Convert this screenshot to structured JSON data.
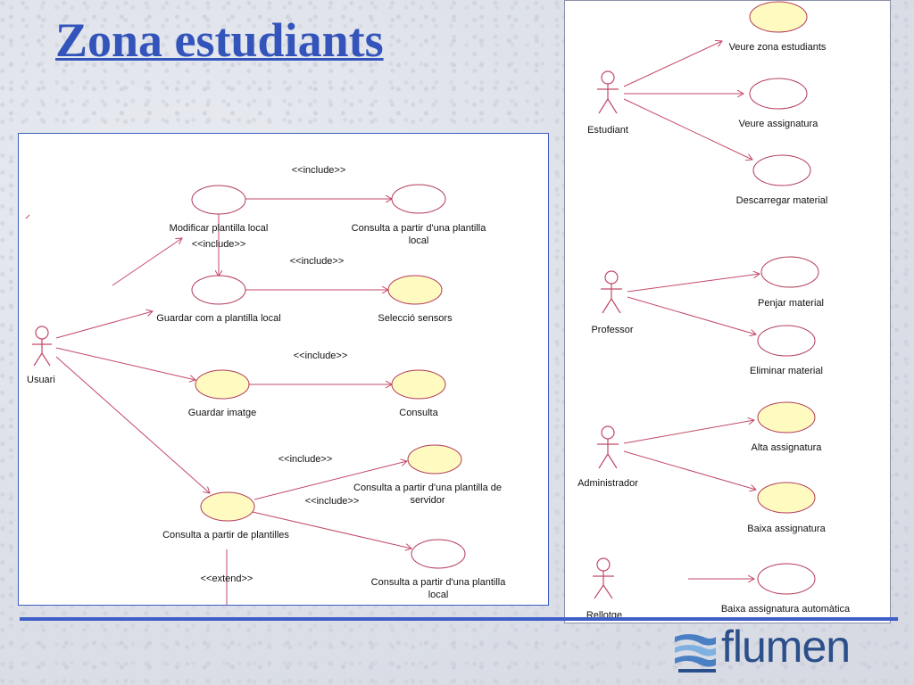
{
  "title": "Zona estudiants",
  "left_diagram": {
    "actor": "Usuari",
    "use_cases": {
      "modificar": "Modificar plantilla local",
      "consulta_local_1_l1": "Consulta a partir d'una plantilla",
      "consulta_local_1_l2": "local",
      "guardar_plantilla": "Guardar com a plantilla local",
      "seleccio": "Selecció sensors",
      "guardar_imatge": "Guardar imatge",
      "consulta": "Consulta",
      "consulta_servidor_l1": "Consulta a partir d'una plantilla de",
      "consulta_servidor_l2": "servidor",
      "consulta_plantilles": "Consulta a partir de plantilles",
      "consulta_local_2_l1": "Consulta a partir d'una plantilla",
      "consulta_local_2_l2": "local"
    },
    "stereotypes": {
      "include": "<<include>>",
      "extend": "<<extend>>"
    }
  },
  "right_diagram": {
    "actors": {
      "estudiant": "Estudiant",
      "professor": "Professor",
      "administrador": "Administrador",
      "rellotge": "Rellotge"
    },
    "use_cases": {
      "veure_zona": "Veure zona estudiants",
      "veure_assignatura": "Veure assignatura",
      "descarregar": "Descarregar material",
      "penjar": "Penjar material",
      "eliminar": "Eliminar material",
      "alta": "Alta assignatura",
      "baixa": "Baixa assignatura",
      "baixa_auto": "Baixa assignatura automàtica"
    }
  },
  "logo": {
    "text": "flumen",
    "icon": "flumen-wave-logo-icon"
  },
  "colors": {
    "title": "#3355bb",
    "line": "#c24a68",
    "use_case_highlight": "#fffbc0",
    "frame": "#3a5fc0"
  }
}
